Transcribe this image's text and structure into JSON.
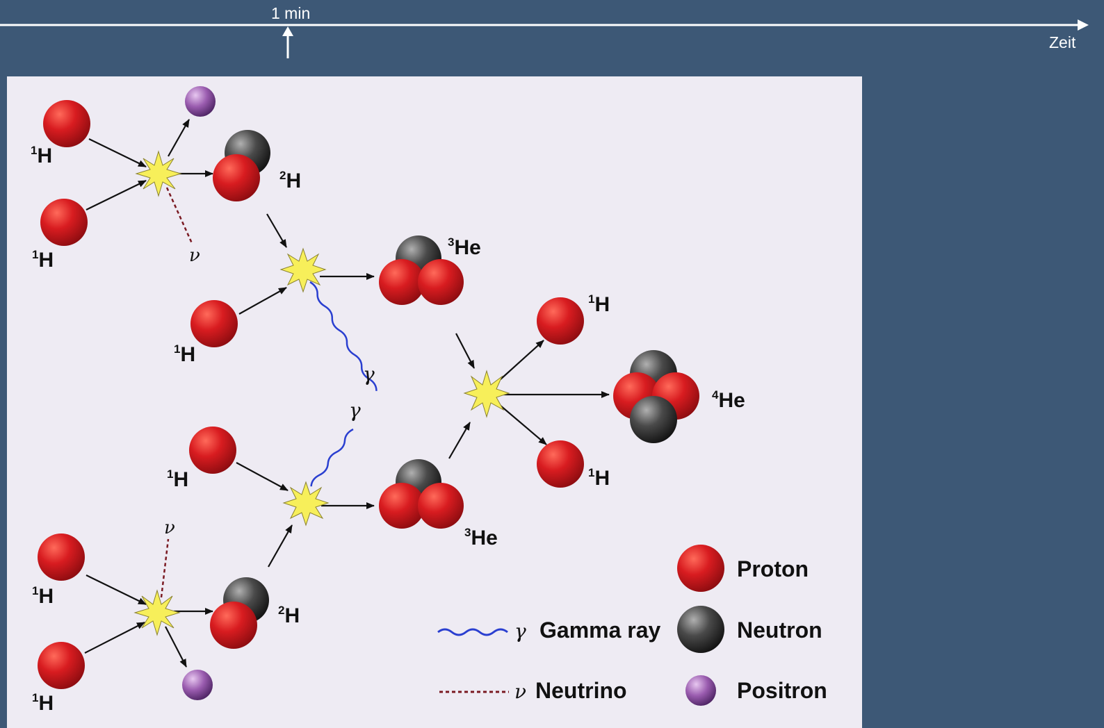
{
  "timeline": {
    "tick_label": "1 min",
    "axis_label": "Zeit"
  },
  "diagram": {
    "labels": {
      "h1": "1H",
      "h1_mass": "1",
      "h1_symbol": "H",
      "h2_mass": "2",
      "h2_symbol": "H",
      "he3_mass": "3",
      "he3_symbol": "He",
      "he4_mass": "4",
      "he4_symbol": "He",
      "gamma": "γ",
      "neutrino": "ν"
    },
    "legend": {
      "proton": "Proton",
      "neutron": "Neutron",
      "positron": "Positron",
      "gamma_symbol": "γ",
      "gamma_label": "Gamma ray",
      "neutrino_symbol": "ν",
      "neutrino_label": "Neutrino"
    },
    "colors": {
      "proton": "#d41a1f",
      "neutron": "#3a3a3a",
      "positron": "#8a4f9c",
      "gamma": "#2a3fd0",
      "neutrino": "#7a1a22",
      "flash": "#f7ef5a",
      "background": "#3d5876",
      "panel": "#eeebf3"
    }
  }
}
